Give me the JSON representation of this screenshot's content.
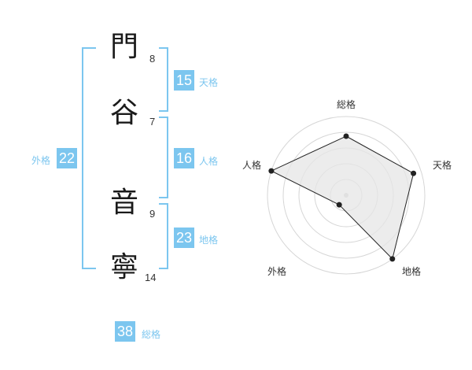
{
  "name": {
    "chars": [
      {
        "char": "門",
        "strokes": "8"
      },
      {
        "char": "谷",
        "strokes": "7"
      },
      {
        "char": "音",
        "strokes": "9"
      },
      {
        "char": "寧",
        "strokes": "14"
      }
    ]
  },
  "fortune": {
    "tenkaku": {
      "value": "15",
      "label": "天格"
    },
    "jinkaku": {
      "value": "16",
      "label": "人格"
    },
    "chikaku": {
      "value": "23",
      "label": "地格"
    },
    "gaikaku": {
      "value": "22",
      "label": "外格"
    },
    "soukaku": {
      "value": "38",
      "label": "総格"
    }
  },
  "radar": {
    "axes": [
      "総格",
      "天格",
      "地格",
      "外格",
      "人格"
    ],
    "values": [
      0.75,
      0.9,
      1.0,
      0.15,
      1.0
    ]
  }
}
